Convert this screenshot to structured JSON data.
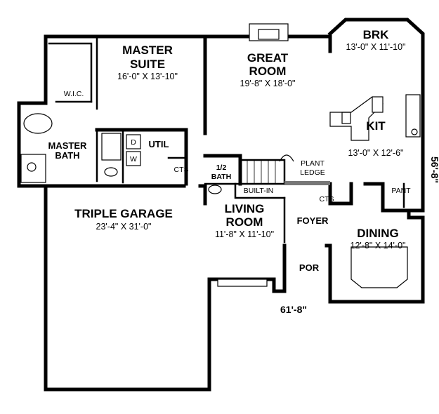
{
  "rooms": {
    "master_suite": {
      "name_line1": "MASTER",
      "name_line2": "SUITE",
      "dims": "16'-0\" X 13'-10\""
    },
    "great_room": {
      "name_line1": "GREAT",
      "name_line2": "ROOM",
      "dims": "19'-8\" X 18'-0\""
    },
    "breakfast": {
      "name": "BRK",
      "dims": "13'-0\" X 11'-10\""
    },
    "walk_in_closet": {
      "name": "W.I.C."
    },
    "master_bath": {
      "name_line1": "MASTER",
      "name_line2": "BATH"
    },
    "utility": {
      "name": "UTIL",
      "dryer": "D",
      "washer": "W"
    },
    "closets_util": {
      "name": "CTS"
    },
    "half_bath": {
      "name_line1": "1/2",
      "name_line2": "BATH"
    },
    "plant_ledge": {
      "name_line1": "PLANT",
      "name_line2": "LEDGE"
    },
    "kitchen": {
      "name": "KIT",
      "dims": "13'-0\" X 12'-6\""
    },
    "built_in": {
      "name": "BUILT-IN"
    },
    "closets_foyer": {
      "name": "CTS"
    },
    "pantry": {
      "name": "PANT"
    },
    "garage": {
      "name": "TRIPLE GARAGE",
      "dims": "23'-4\" X 31'-0\""
    },
    "living_room": {
      "name_line1": "LIVING",
      "name_line2": "ROOM",
      "dims": "11'-8\" X 11'-10\""
    },
    "foyer": {
      "name": "FOYER"
    },
    "dining": {
      "name": "DINING",
      "dims": "12'-8\" X 14'-0\""
    },
    "porch": {
      "name": "POR"
    }
  },
  "overall": {
    "width": "61'-8\"",
    "depth": "56'-8\""
  }
}
